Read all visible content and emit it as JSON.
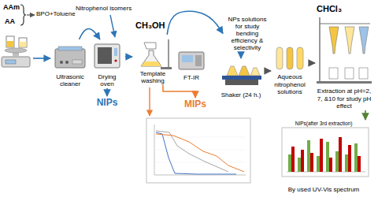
{
  "diagram": {
    "nodes": [
      {
        "text": [
          "Ultrasonic cleaner"
        ]
      },
      {
        "text": [
          "Drying oven"
        ]
      },
      {
        "text": [
          "NIPs"
        ]
      },
      {
        "text": [
          "Template washing"
        ]
      },
      {
        "text": [
          "FT-IR"
        ]
      },
      {
        "text": [
          "MIPs"
        ]
      },
      {
        "text": [
          "NPs solutions for study bending efficiency & selectivity"
        ]
      },
      {
        "text": [
          "Shaker (24 h.)"
        ]
      },
      {
        "text": [
          "Aqueous nitrophenol solutions"
        ]
      },
      {
        "text": [
          "CHCl₃",
          "Extraction at pH=2, 7, &10 for study pH effect"
        ]
      },
      {
        "text": [
          "NIPs(after 3rd extraction)",
          "By used UV-Vis spectrum"
        ]
      }
    ],
    "edges": [
      {
        "from": 0,
        "to": 1,
        "arrow": "to"
      },
      {
        "from": 1,
        "to": 2,
        "arrow": "to"
      },
      {
        "from": 1,
        "to": 3,
        "arrow": "to"
      },
      {
        "from": 3,
        "to": 5,
        "arrow": "to"
      },
      {
        "from": 3,
        "to": 6,
        "arrow": "to"
      },
      {
        "from": 6,
        "to": 7,
        "arrow": "to"
      },
      {
        "from": 7,
        "to": 8,
        "arrow": "to"
      },
      {
        "from": 8,
        "to": 9,
        "arrow": "to"
      },
      {
        "from": 9,
        "to": 10,
        "arrow": "to"
      }
    ],
    "labels": [
      "AAm",
      "AA",
      "BPO+Toluene",
      "Nitrophenol isomers",
      "CH₃OH"
    ]
  }
}
